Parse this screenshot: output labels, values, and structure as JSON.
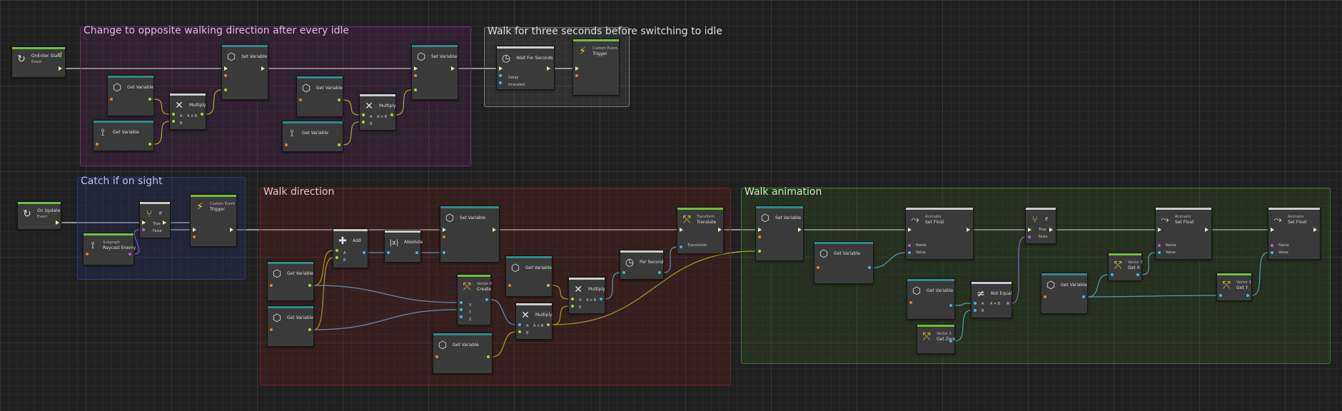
{
  "groups": {
    "change_dir": "Change to opposite walking direction after every idle",
    "walk_three": "Walk for three seconds before switching to idle",
    "catch": "Catch if on sight",
    "walk_dir": "Walk direction",
    "walk_anim": "Walk animation"
  },
  "nodes": {
    "onenter": {
      "title": "OnEnter State",
      "sub": "Event"
    },
    "get_var_1": {
      "title": "Get Variable"
    },
    "get_var_2": {
      "title": "Get Variable"
    },
    "multiply_1": {
      "title": "Multiply",
      "in_a": "A",
      "in_b": "B",
      "op": "A × B"
    },
    "set_var_1": {
      "title": "Set Variable"
    },
    "get_var_3": {
      "title": "Get Variable"
    },
    "get_var_4": {
      "title": "Get Variable"
    },
    "multiply_2": {
      "title": "Multiply",
      "in_a": "A",
      "in_b": "B",
      "op": "A × B"
    },
    "set_var_2": {
      "title": "Set Variable"
    },
    "wait": {
      "title": "Wait For Seconds",
      "delay": "Delay",
      "unscaled": "Unscaled"
    },
    "trigger_1": {
      "sub": "Custom Event",
      "title": "Trigger"
    },
    "onupdate": {
      "title": "On Update",
      "sub": "Event"
    },
    "raycast": {
      "sub": "Subgraph",
      "title": "Raycast Enemy"
    },
    "if_1": {
      "title": "If",
      "true": "True",
      "false": "False"
    },
    "trigger_2": {
      "sub": "Custom Event",
      "title": "Trigger"
    },
    "add": {
      "title": "Add",
      "in_a": "A",
      "in_b": "B"
    },
    "absolute": {
      "title": "Absolute"
    },
    "set_var_3": {
      "title": "Set Variable"
    },
    "get_var_5": {
      "title": "Get Variable"
    },
    "get_var_6": {
      "title": "Get Variable"
    },
    "vec3_create": {
      "sub": "Vector 3",
      "title": "Create",
      "x": "X",
      "y": "Y",
      "z": "Z"
    },
    "get_var_7": {
      "title": "Get Variable"
    },
    "multiply_3": {
      "title": "Multiply",
      "in_a": "A",
      "in_b": "B",
      "op": "A × B"
    },
    "multiply_4": {
      "title": "Multiply",
      "in_a": "A",
      "in_b": "B",
      "op": "A × B"
    },
    "get_var_8": {
      "title": "Get Variable"
    },
    "per_second": {
      "title": "Per Second"
    },
    "translate": {
      "sub": "Transform",
      "title": "Translate",
      "translation": "Translation"
    },
    "set_var_4": {
      "title": "Set Variable"
    },
    "get_var_9": {
      "title": "Get Variable"
    },
    "set_float_1": {
      "sub": "Animator",
      "title": "Set Float",
      "name": "Name",
      "value": "Value"
    },
    "get_var_10": {
      "title": "Get Variable"
    },
    "get_zero": {
      "sub": "Vector 3",
      "title": "Get Zero"
    },
    "not_equal": {
      "title": "Not Equal",
      "in_a": "A",
      "in_b": "B",
      "op": "A ≠ B"
    },
    "if_2": {
      "title": "If",
      "true": "True",
      "false": "False"
    },
    "get_var_11": {
      "title": "Get Variable"
    },
    "get_x": {
      "sub": "Vector 3",
      "title": "Get X"
    },
    "set_float_2": {
      "sub": "Animator",
      "title": "Set Float",
      "name": "Name",
      "value": "Value"
    },
    "get_y": {
      "sub": "Vector 3",
      "title": "Get Y"
    },
    "set_float_3": {
      "sub": "Animator",
      "title": "Set Float",
      "name": "Name",
      "value": "Value"
    }
  },
  "colors": {
    "flow_wire": "#d6d6d6",
    "float_wire": "#b8c820",
    "vector_wire": "#5fb0e0",
    "bool_wire": "#b060e0",
    "orange_port": "#e08030",
    "green_port": "#a0d840",
    "cyan_port": "#40b8e0",
    "purple_port": "#b060e0"
  }
}
